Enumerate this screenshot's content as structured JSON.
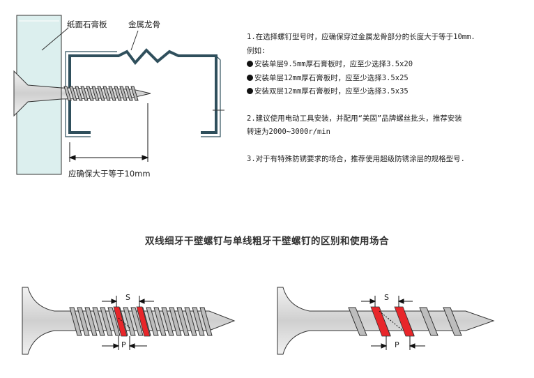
{
  "top_diagram": {
    "label_board": "纸面石膏板",
    "label_keel": "金属龙骨",
    "label_min": "应确保大于等于10mm"
  },
  "notes": {
    "line1": "1.在选择螺钉型号时，应确保穿过金属龙骨部分的长度大于等于10mm.",
    "line2": "例如:",
    "bullets": [
      "安装单层9.5mm厚石膏板时，应至少选择3.5x20",
      "安装单层12mm厚石膏板时，应至少选择3.5x25",
      "安装双层12mm厚石膏板时，应至少选择3.5x35"
    ],
    "line3a": "2.建议使用电动工具安装，并配用“美固”品牌螺丝批头，推荐安装",
    "line3b": "转速为2000~3000r/min",
    "line4": "3.对于有特殊防锈要求的场合，推荐使用超级防锈涂层的规格型号."
  },
  "section_title": "双线细牙干壁螺钉与单线粗牙干壁螺钉的区别和使用场合",
  "screws": {
    "fine": {
      "s_label": "S",
      "p_label": "P"
    },
    "coarse": {
      "s_label": "S",
      "p_label": "P"
    }
  },
  "colors": {
    "board_fill": "#dcefee",
    "keel_stroke": "#2f4f5c",
    "screw_fill": "#d9d9d9",
    "highlight": "#e8262a"
  }
}
